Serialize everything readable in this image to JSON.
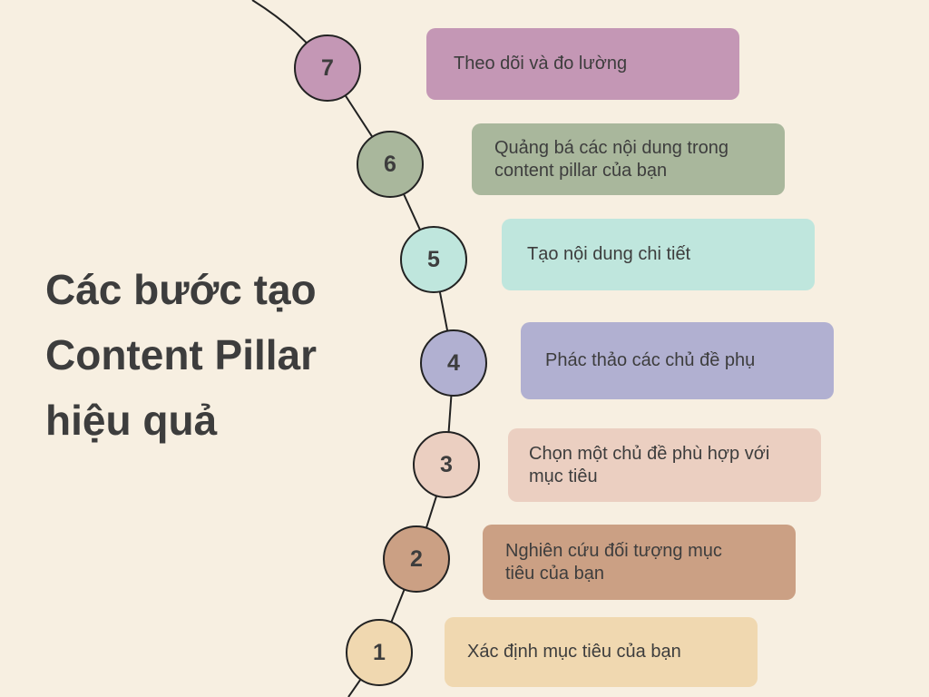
{
  "title": "Các bước tạo\nContent Pillar\nhiệu quả",
  "steps": [
    {
      "number": "1",
      "text": "Xác định mục tiêu của bạn",
      "color": "#f0d8b0"
    },
    {
      "number": "2",
      "text": "Nghiên cứu đối tượng mục\ntiêu của bạn",
      "color": "#cba084"
    },
    {
      "number": "3",
      "text": "Chọn một chủ đề phù hợp với\nmục tiêu",
      "color": "#ebcfc1"
    },
    {
      "number": "4",
      "text": "Phác thảo các chủ đề phụ",
      "color": "#b1b0d1"
    },
    {
      "number": "5",
      "text": "Tạo nội dung chi tiết",
      "color": "#bfe6dd"
    },
    {
      "number": "6",
      "text": "Quảng bá các nội dung trong\ncontent pillar của bạn",
      "color": "#a9b79c"
    },
    {
      "number": "7",
      "text": "Theo dõi và đo lường",
      "color": "#c497b5"
    }
  ]
}
